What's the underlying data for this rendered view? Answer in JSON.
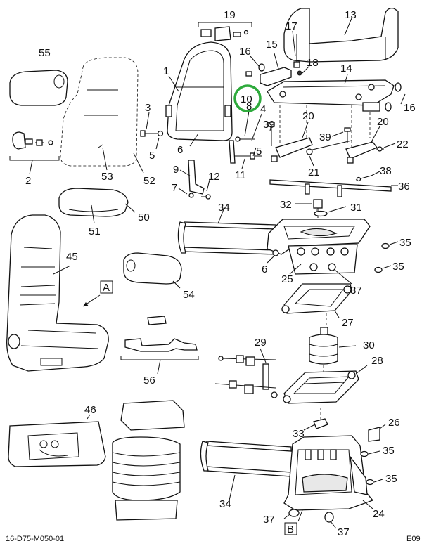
{
  "diagram_id": "16-D75-M050-01",
  "page_code": "E09",
  "highlight_color": "#2eaa3c",
  "callouts": {
    "c1": "1",
    "c2": "2",
    "c3": "3",
    "c4": "4",
    "c5a": "5",
    "c5b": "5",
    "c6a": "6",
    "c6b": "6",
    "c7": "7",
    "c8": "8",
    "c9": "9",
    "c10": "10",
    "c11": "11",
    "c12": "12",
    "c13": "13",
    "c14": "14",
    "c15": "15",
    "c16a": "16",
    "c16b": "16",
    "c17": "17",
    "c18": "18",
    "c19": "19",
    "c20a": "20",
    "c20b": "20",
    "c21": "21",
    "c22": "22",
    "c24": "24",
    "c25": "25",
    "c26": "26",
    "c27": "27",
    "c28": "28",
    "c29": "29",
    "c30": "30",
    "c31": "31",
    "c32": "32",
    "c33": "33",
    "c34a": "34",
    "c34b": "34",
    "c35a": "35",
    "c35b": "35",
    "c35c": "35",
    "c35d": "35",
    "c36": "36",
    "c37a": "37",
    "c37b": "37",
    "c37c": "37",
    "c38": "38",
    "c39a": "39",
    "c39b": "39",
    "c45": "45",
    "c46": "46",
    "c50": "50",
    "c51": "51",
    "c52": "52",
    "c53": "53",
    "c54": "54",
    "c55": "55",
    "c56": "56",
    "cA": "A",
    "cB": "B"
  }
}
